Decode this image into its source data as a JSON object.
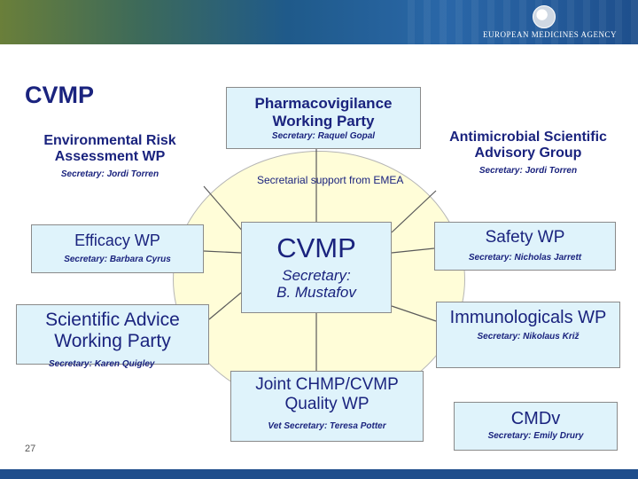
{
  "header": {
    "agency_name": "EUROPEAN MEDICINES AGENCY",
    "logo_icon": "ema-logo-icon"
  },
  "heading": "CVMP",
  "center": {
    "title": "CVMP",
    "secretary_label": "Secretary:",
    "secretary_name": "B. Mustafov"
  },
  "support_text": "Secretarial support from EMEA",
  "groups": {
    "pharmacovigilance": {
      "title": "Pharmacovigilance Working Party",
      "secretary": "Secretary: Raquel Gopal"
    },
    "environmental": {
      "title": "Environmental Risk Assessment WP",
      "secretary": "Secretary: Jordi Torren"
    },
    "antimicrobial": {
      "title": "Antimicrobial Scientific Advisory Group",
      "secretary": "Secretary: Jordi Torren"
    },
    "efficacy": {
      "title": "Efficacy WP",
      "secretary": "Secretary: Barbara Cyrus"
    },
    "safety": {
      "title": "Safety WP",
      "secretary": "Secretary: Nicholas Jarrett"
    },
    "scientific_advice": {
      "title": "Scientific Advice Working Party",
      "secretary": "Secretary: Karen Quigley"
    },
    "immunologicals": {
      "title": "Immunologicals WP",
      "secretary": "Secretary: Nikolaus Križ"
    },
    "quality": {
      "title": "Joint CHMP/CVMP Quality WP",
      "secretary": "Vet Secretary: Teresa Potter"
    },
    "cmdv": {
      "title": "CMDv",
      "secretary": "Secretary: Emily Drury"
    }
  },
  "page_number": "27",
  "colors": {
    "box_fill": "#dff3fb",
    "circle_fill": "#fffdd8",
    "text": "#1a237e",
    "banner": "#2a67a8",
    "bottom_bar": "#1f4e8c"
  }
}
